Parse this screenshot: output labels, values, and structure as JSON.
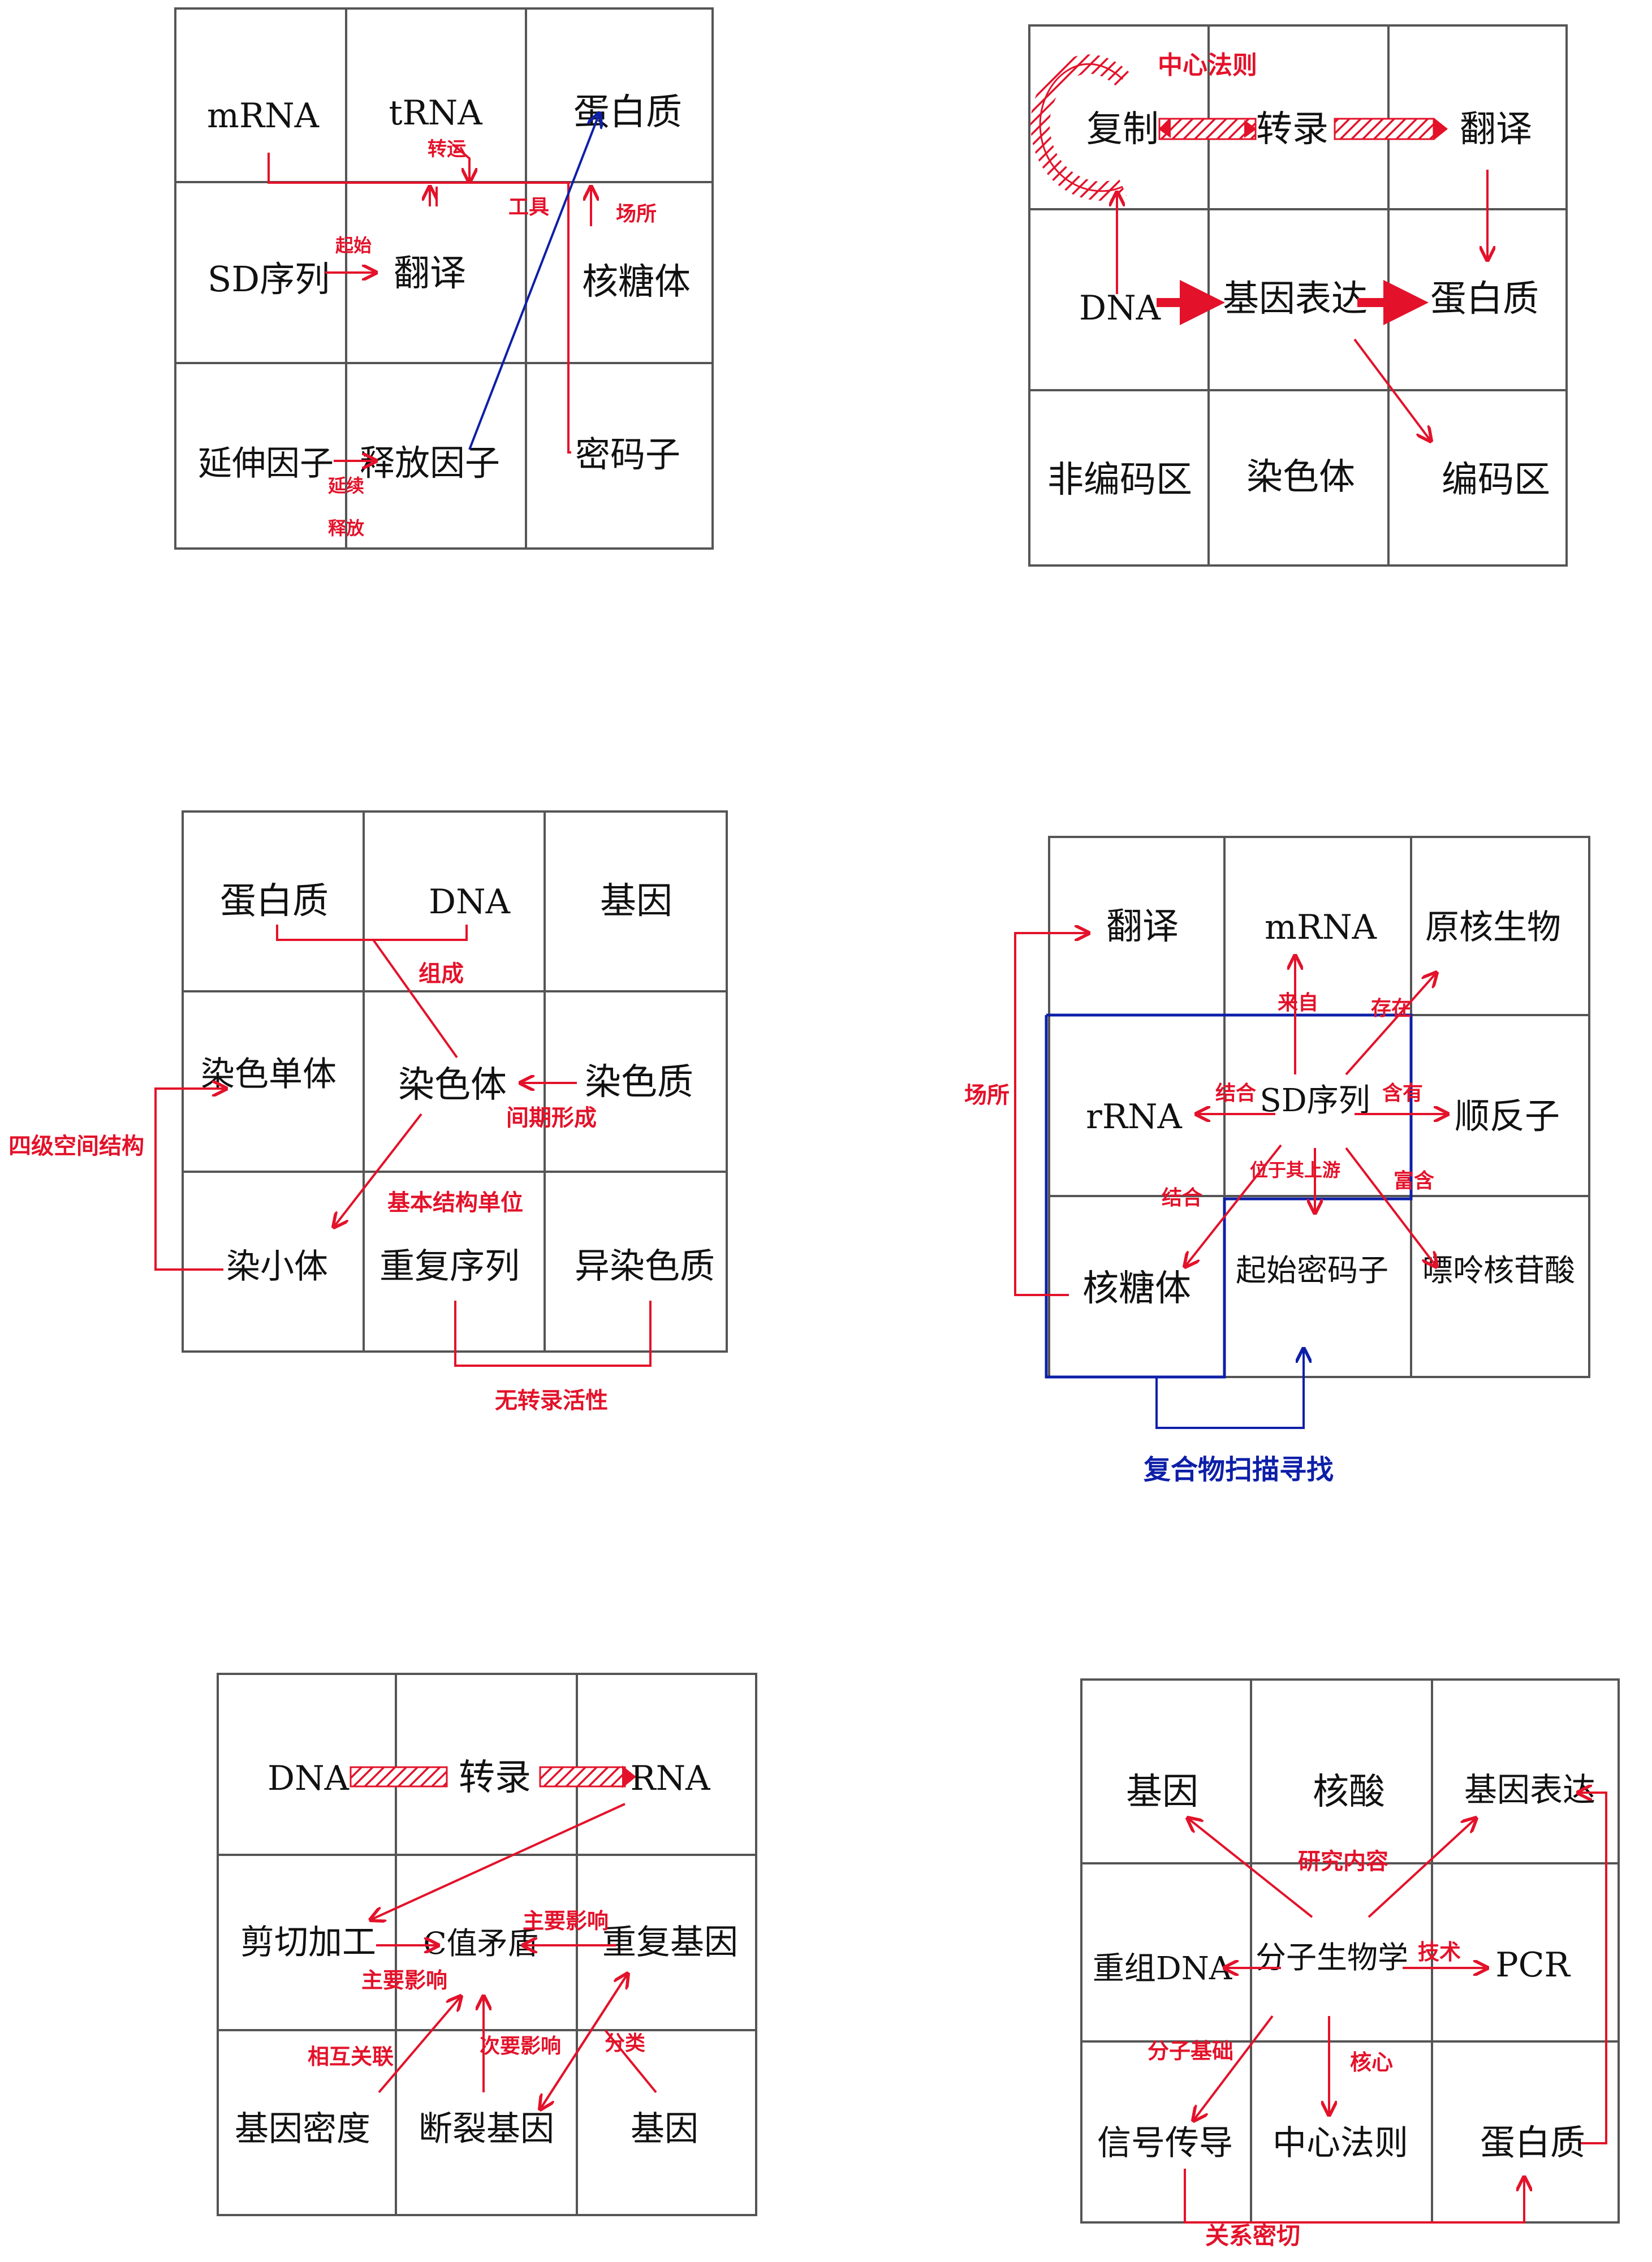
{
  "colors": {
    "ink": "#111111",
    "red": "#e3122a",
    "blue": "#0d1fa8",
    "grid": "#555555"
  },
  "grids": [
    {
      "id": "grid-1",
      "cells": [
        "mRNA",
        "tRNA",
        "蛋白质",
        "SD序列",
        "翻译",
        "核糖体",
        "延伸因子",
        "释放因子",
        "密码子"
      ],
      "labels": {
        "carry": "转运",
        "tool": "工具",
        "start": "起始",
        "site": "场所",
        "extend": "延续",
        "release": "释放"
      }
    },
    {
      "id": "grid-2",
      "cells": [
        "复制",
        "转录",
        "翻译",
        "DNA",
        "基因表达",
        "蛋白质",
        "非编码区",
        "染色体",
        "编码区"
      ],
      "labels": {
        "central": "中心法则"
      }
    },
    {
      "id": "grid-3",
      "cells": [
        "蛋白质",
        "DNA",
        "基因",
        "染色单体",
        "染色体",
        "染色质",
        "染小体",
        "重复序列",
        "异染色质"
      ],
      "labels": {
        "compose": "组成",
        "interphase": "间期形成",
        "basic": "基本结构单位",
        "quaternary": "四级空间结构",
        "inactive": "无转录活性"
      }
    },
    {
      "id": "grid-4",
      "cells": [
        "翻译",
        "mRNA",
        "原核生物",
        "rRNA",
        "SD序列",
        "顺反子",
        "核糖体",
        "起始密码子",
        "嘌呤核苷酸"
      ],
      "labels": {
        "site": "场所",
        "source": "来自",
        "exist": "存在",
        "bind": "结合",
        "contain": "含有",
        "bind2": "结合",
        "upstream": "位于其上游",
        "rich": "富含",
        "scan": "复合物扫描寻找"
      }
    },
    {
      "id": "grid-5",
      "cells": [
        "DNA",
        "转录",
        "RNA",
        "剪切加工",
        "C值矛盾",
        "重复基因",
        "基因密度",
        "断裂基因",
        "基因"
      ],
      "labels": {
        "main": "主要影响",
        "major": "主要影响",
        "mutual": "相互关联",
        "minor": "次要影响",
        "class": "分类"
      }
    },
    {
      "id": "grid-6",
      "cells": [
        "基因",
        "核酸",
        "基因表达",
        "重组DNA",
        "分子生物学",
        "PCR",
        "信号传导",
        "中心法则",
        "蛋白质"
      ],
      "labels": {
        "content": "研究内容",
        "tech": "技术",
        "base": "分子基础",
        "core": "核心",
        "relation": "关系密切"
      }
    }
  ]
}
